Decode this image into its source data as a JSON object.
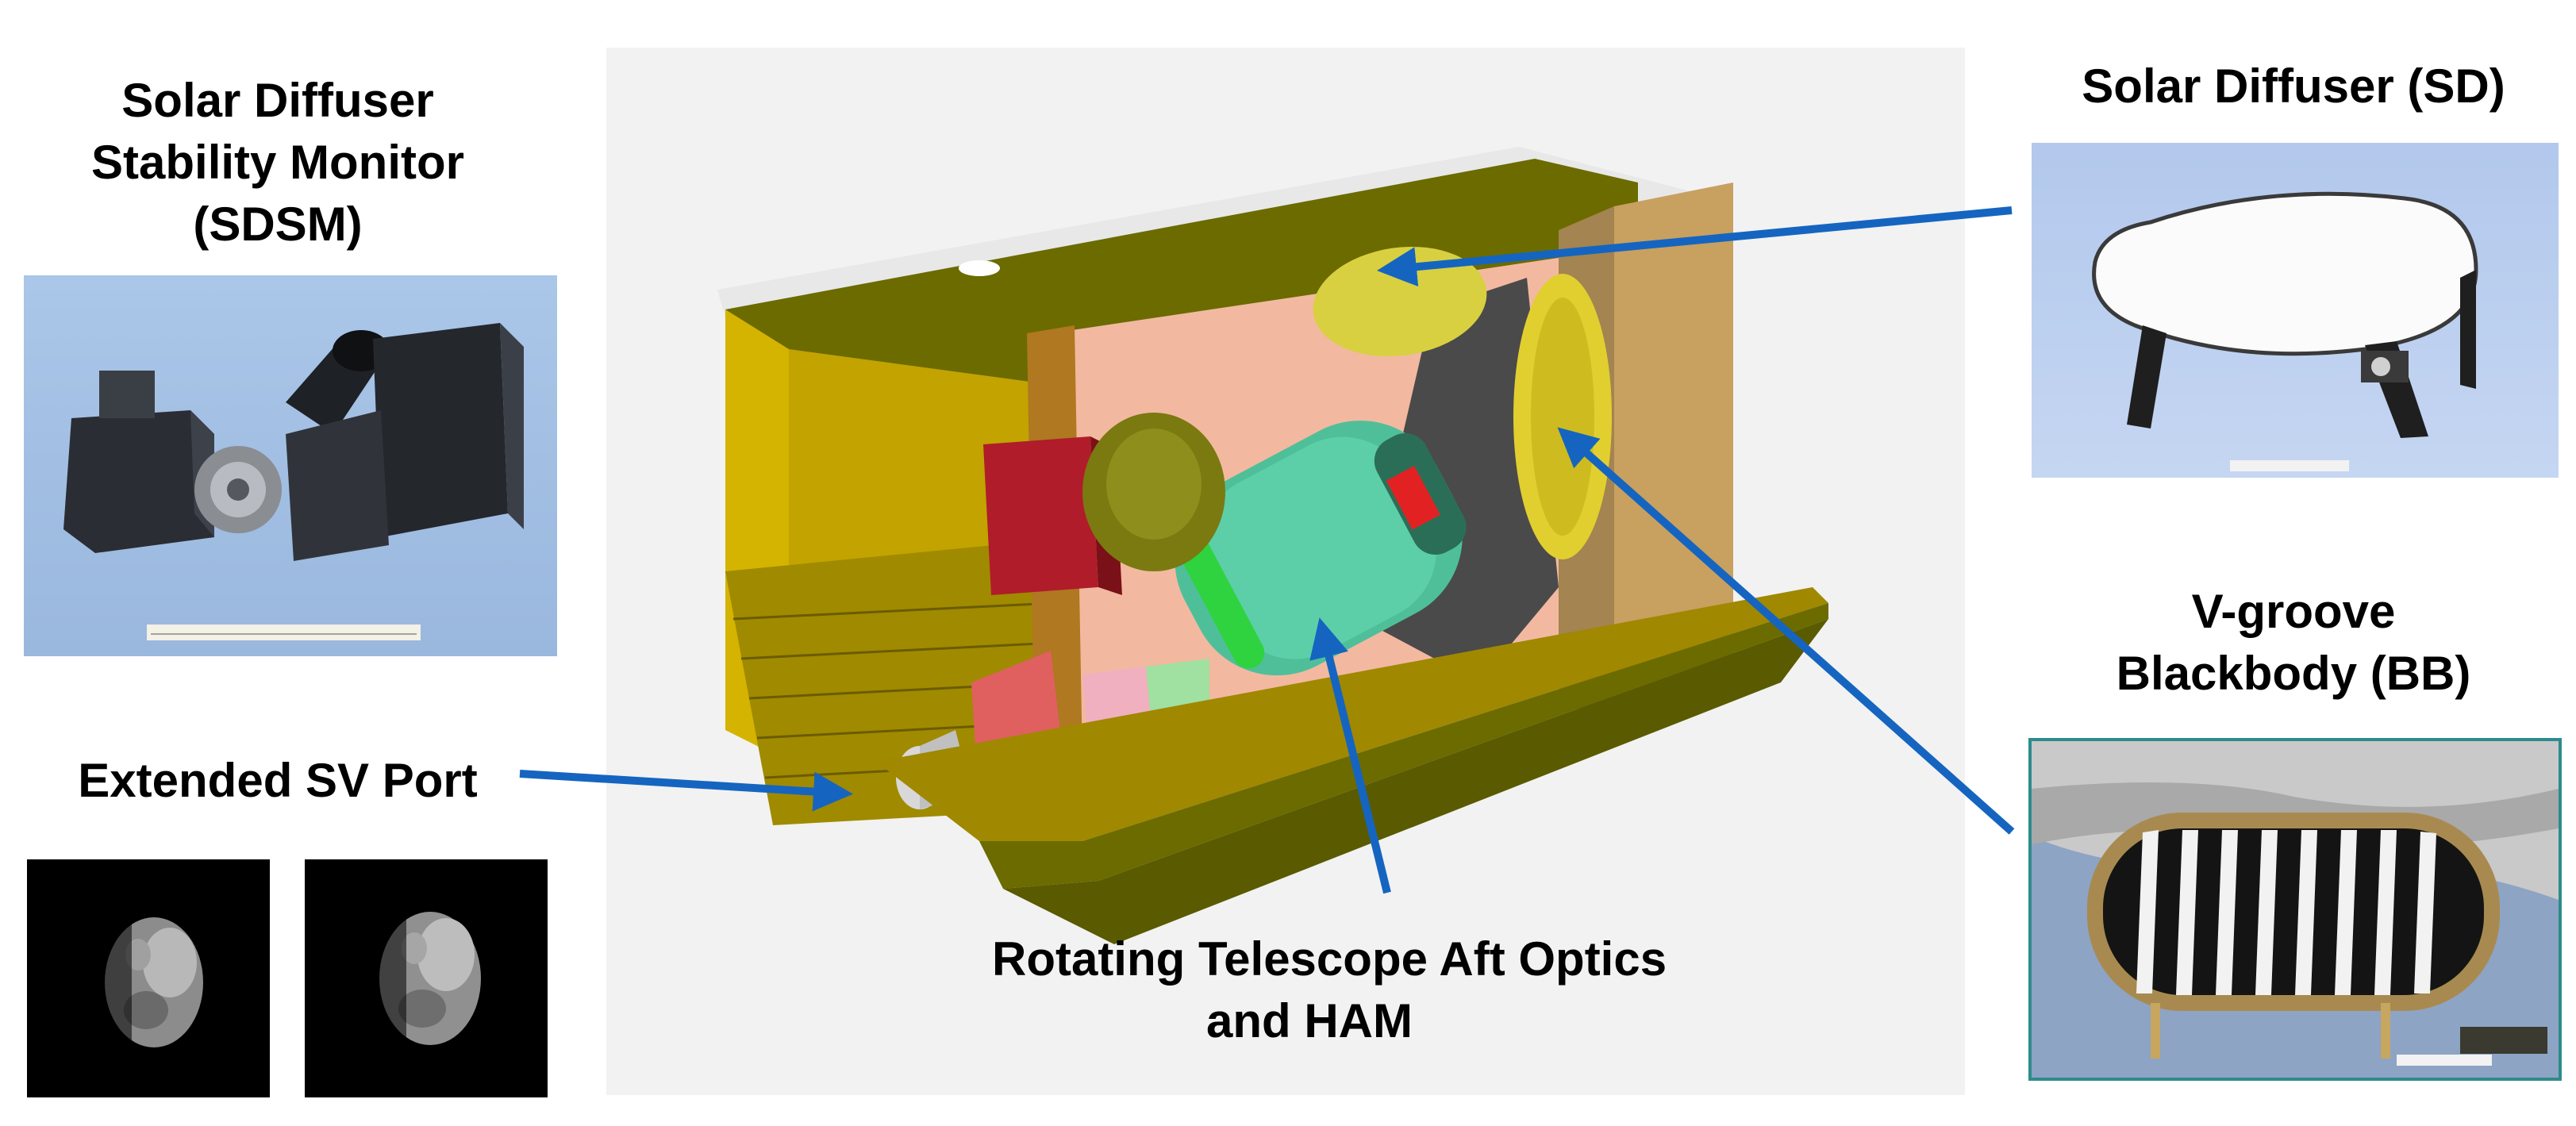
{
  "labels": {
    "sdsm": [
      "Solar Diffuser",
      "Stability Monitor",
      "(SDSM)"
    ],
    "sd": "Solar Diffuser (SD)",
    "bb": [
      "V-groove",
      "Blackbody (BB)"
    ],
    "sv_port": "Extended SV Port",
    "rta": [
      "Rotating Telescope Aft Optics",
      "and HAM"
    ]
  },
  "colors": {
    "arrow": "#1565c0",
    "housing_olive": "#6b6b00",
    "housing_yellow": "#d4b400",
    "interior_pink": "#f2b9a0",
    "telescope_green": "#4fbf9a",
    "panel_gray": "#f2f2f2"
  }
}
